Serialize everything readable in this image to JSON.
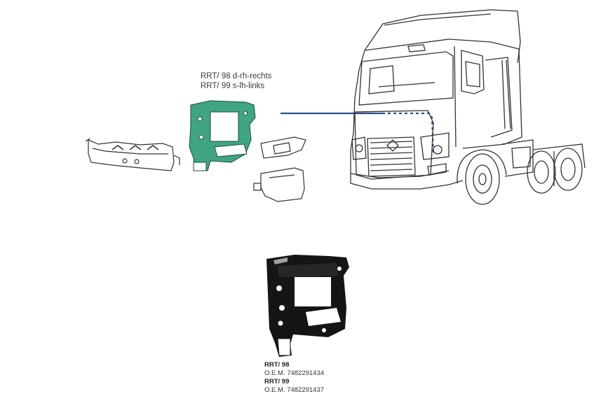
{
  "callout": {
    "line1": "RRT/ 98 d-rh-rechts",
    "line2": "RRT/ 99 s-lh-links"
  },
  "parts": [
    {
      "code": "RRT/ 98",
      "oem": "O.E.M. 7482291434"
    },
    {
      "code": "RRT/ 99",
      "oem": "O.E.M. 7482291437"
    }
  ],
  "colors": {
    "highlight": "#3fa584",
    "leader": "#2c4f8c",
    "part_black": "#151515",
    "outline": "#333333"
  }
}
